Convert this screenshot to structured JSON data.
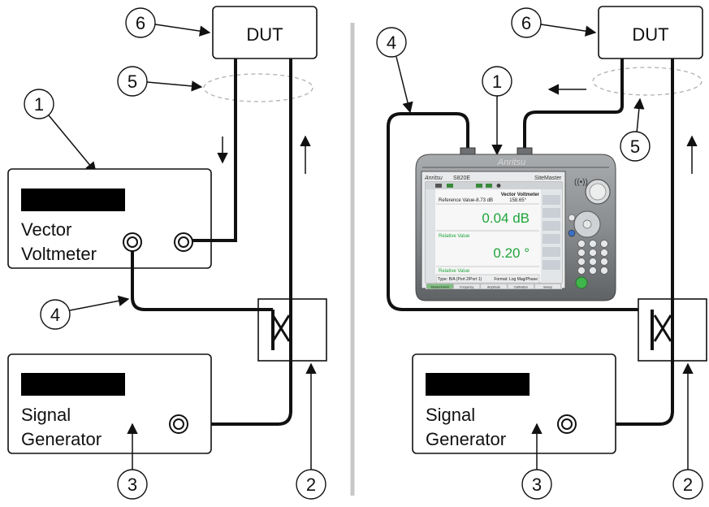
{
  "left_panel": {
    "dut_label": "DUT",
    "vvm": {
      "line1": "Vector",
      "line2": "Voltmeter"
    },
    "siggen": {
      "line1": "Signal",
      "line2": "Generator"
    },
    "callouts": {
      "dut": "6",
      "cable_loop": "5",
      "instrument": "1",
      "cable": "4",
      "source": "3",
      "coupler": "2"
    }
  },
  "right_panel": {
    "dut_label": "DUT",
    "siggen": {
      "line1": "Signal",
      "line2": "Generator"
    },
    "callouts": {
      "dut": "6",
      "cable_loop": "5",
      "instrument": "1",
      "cable": "4",
      "source": "3",
      "coupler": "2"
    },
    "instrument": {
      "brand": "Anritsu",
      "model": "S820E",
      "series": "SiteMaster",
      "logo": "Anritsu",
      "mode": "Vector Voltmeter",
      "reference_label": "Reference Value",
      "reference_mag": "-8.73 dB",
      "reference_phase": "158.65°",
      "magnitude_value": "0.04  dB",
      "phase_value": "0.20  °",
      "status_left": "Type: B/A (Port 2/Port 1)",
      "status_right": "Format: Log Mag/Phase",
      "section1_label": "Relative Value",
      "section2_label": "Relative Value",
      "softkeys": [
        "Measurement",
        "Frequency",
        "Amplitude",
        "Calibration",
        "Sweep"
      ]
    }
  },
  "colors": {
    "box_stroke": "#111111",
    "dashed_loop": "#b0b0b0",
    "divider": "#c8c8c8",
    "screen_green": "#1fa43a",
    "body_grey": "#7a7d80"
  }
}
